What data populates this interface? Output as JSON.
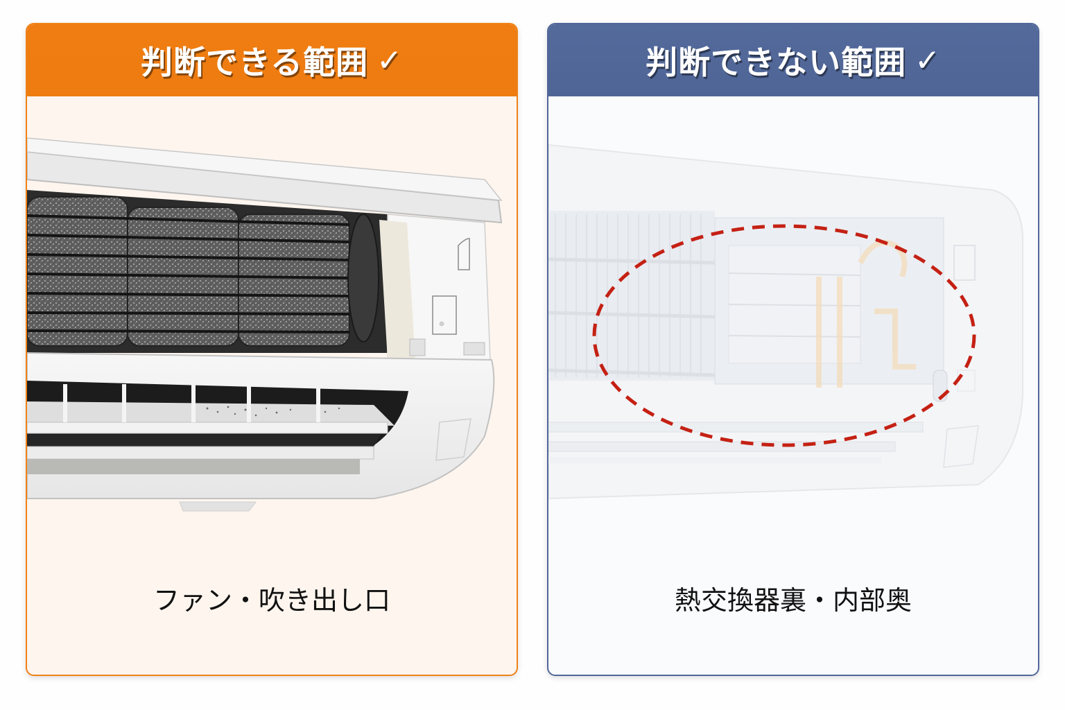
{
  "panels": [
    {
      "id": "judgeable",
      "title": "判断できる範囲",
      "check_glyph": "✓",
      "check_icon": "check-mark-icon",
      "caption": "ファン・吹き出し口",
      "accent_color": "#ef7d12",
      "background_color": "#fdf5ee",
      "illustration": "air-conditioner-open-front-dirty-fan-and-louver"
    },
    {
      "id": "not-judgeable",
      "title": "判断できない範囲",
      "check_glyph": "✓",
      "check_icon": "check-mark-icon",
      "caption": "熱交換器裏・内部奥",
      "accent_color": "#51679a",
      "background_color": "#fafbfd",
      "illustration": "air-conditioner-translucent-interior-with-dashed-circle",
      "highlight_color": "#c42114"
    }
  ]
}
